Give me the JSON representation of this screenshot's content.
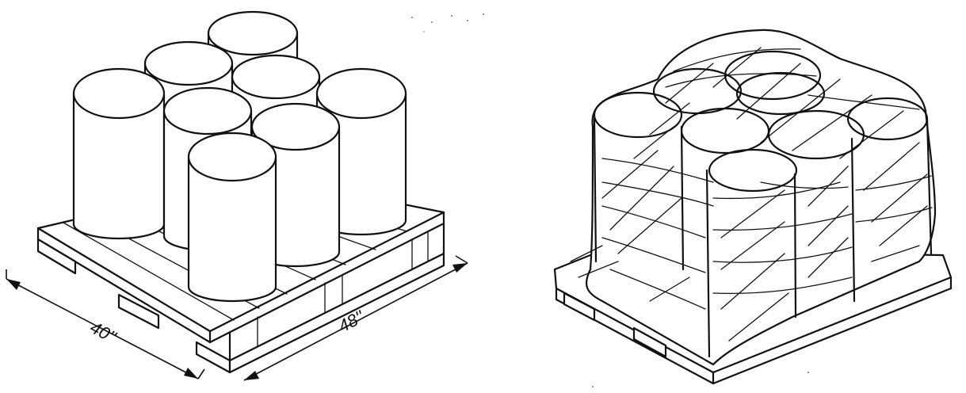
{
  "figure": {
    "left_panel": {
      "dimension_width": "40''",
      "dimension_length": "48''",
      "drum_count": 8
    },
    "right_panel": {
      "drum_count": 8
    }
  }
}
